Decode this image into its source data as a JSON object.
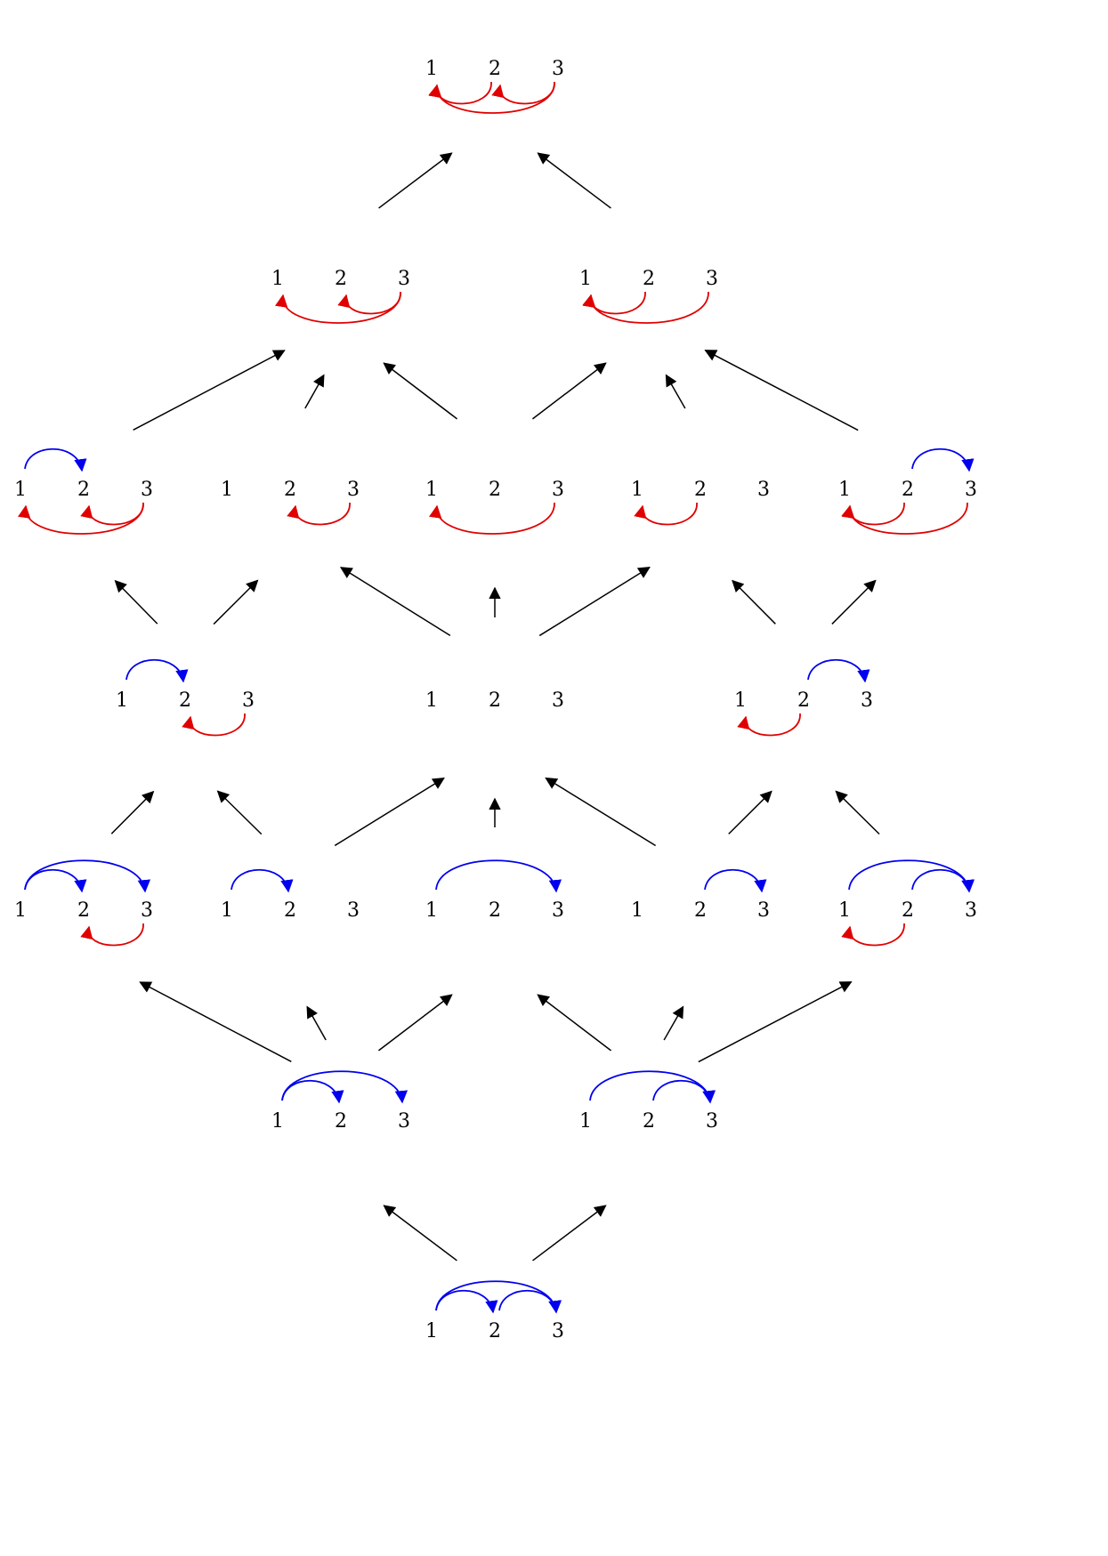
{
  "colors": {
    "blue": "#0000ee",
    "red": "#e00000",
    "edge": "#000000"
  },
  "node_labels": [
    "1",
    "2",
    "3"
  ],
  "nodes": [
    {
      "id": "top",
      "blue": [],
      "red": [
        [
          "2",
          "1"
        ],
        [
          "3",
          "2"
        ],
        [
          "3",
          "1"
        ]
      ]
    },
    {
      "id": "L2-left",
      "blue": [],
      "red": [
        [
          "3",
          "2"
        ],
        [
          "3",
          "1"
        ]
      ]
    },
    {
      "id": "L2-right",
      "blue": [],
      "red": [
        [
          "2",
          "1"
        ],
        [
          "3",
          "1"
        ]
      ]
    },
    {
      "id": "L3-a",
      "blue": [
        [
          "1",
          "2"
        ]
      ],
      "red": [
        [
          "3",
          "2"
        ],
        [
          "3",
          "1"
        ]
      ]
    },
    {
      "id": "L3-b",
      "blue": [],
      "red": [
        [
          "3",
          "2"
        ]
      ]
    },
    {
      "id": "L3-c",
      "blue": [],
      "red": [
        [
          "3",
          "1"
        ]
      ]
    },
    {
      "id": "L3-d",
      "blue": [],
      "red": [
        [
          "2",
          "1"
        ]
      ]
    },
    {
      "id": "L3-e",
      "blue": [
        [
          "2",
          "3"
        ]
      ],
      "red": [
        [
          "2",
          "1"
        ],
        [
          "3",
          "1"
        ]
      ]
    },
    {
      "id": "L4-a",
      "blue": [
        [
          "1",
          "2"
        ]
      ],
      "red": [
        [
          "3",
          "2"
        ]
      ]
    },
    {
      "id": "L4-b",
      "blue": [],
      "red": []
    },
    {
      "id": "L4-c",
      "blue": [
        [
          "2",
          "3"
        ]
      ],
      "red": [
        [
          "2",
          "1"
        ]
      ]
    },
    {
      "id": "L5-a",
      "blue": [
        [
          "1",
          "2"
        ],
        [
          "1",
          "3"
        ]
      ],
      "red": [
        [
          "3",
          "2"
        ]
      ]
    },
    {
      "id": "L5-b",
      "blue": [
        [
          "1",
          "2"
        ]
      ],
      "red": []
    },
    {
      "id": "L5-c",
      "blue": [
        [
          "1",
          "3"
        ]
      ],
      "red": []
    },
    {
      "id": "L5-d",
      "blue": [
        [
          "2",
          "3"
        ]
      ],
      "red": []
    },
    {
      "id": "L5-e",
      "blue": [
        [
          "1",
          "3"
        ],
        [
          "2",
          "3"
        ]
      ],
      "red": [
        [
          "2",
          "1"
        ]
      ]
    },
    {
      "id": "L6-left",
      "blue": [
        [
          "1",
          "2"
        ],
        [
          "1",
          "3"
        ]
      ],
      "red": []
    },
    {
      "id": "L6-right",
      "blue": [
        [
          "1",
          "3"
        ],
        [
          "2",
          "3"
        ]
      ],
      "red": []
    },
    {
      "id": "bottom",
      "blue": [
        [
          "1",
          "2"
        ],
        [
          "2",
          "3"
        ],
        [
          "1",
          "3"
        ]
      ],
      "red": []
    }
  ],
  "edges": [
    [
      "L2-left",
      "top"
    ],
    [
      "L2-right",
      "top"
    ],
    [
      "L3-a",
      "L2-left"
    ],
    [
      "L3-b",
      "L2-left"
    ],
    [
      "L3-c",
      "L2-left"
    ],
    [
      "L3-c",
      "L2-right"
    ],
    [
      "L3-d",
      "L2-right"
    ],
    [
      "L3-e",
      "L2-right"
    ],
    [
      "L4-a",
      "L3-a"
    ],
    [
      "L4-a",
      "L3-b"
    ],
    [
      "L4-b",
      "L3-b"
    ],
    [
      "L4-b",
      "L3-c"
    ],
    [
      "L4-b",
      "L3-d"
    ],
    [
      "L4-c",
      "L3-d"
    ],
    [
      "L4-c",
      "L3-e"
    ],
    [
      "L5-a",
      "L4-a"
    ],
    [
      "L5-b",
      "L4-a"
    ],
    [
      "L5-c",
      "L4-b"
    ],
    [
      "L5-b",
      "L4-b"
    ],
    [
      "L5-d",
      "L4-b"
    ],
    [
      "L5-d",
      "L4-c"
    ],
    [
      "L5-e",
      "L4-c"
    ],
    [
      "L6-left",
      "L5-a"
    ],
    [
      "L6-left",
      "L5-b"
    ],
    [
      "L6-left",
      "L5-c"
    ],
    [
      "L6-right",
      "L5-c"
    ],
    [
      "L6-right",
      "L5-d"
    ],
    [
      "L6-right",
      "L5-e"
    ],
    [
      "bottom",
      "L6-left"
    ],
    [
      "bottom",
      "L6-right"
    ]
  ]
}
